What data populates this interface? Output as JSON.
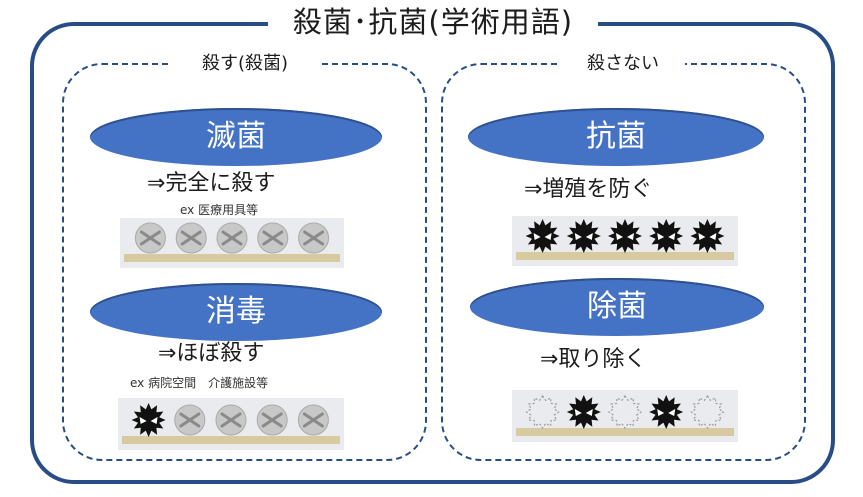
{
  "title": "殺菌･抗菌(学術用語)",
  "kill_panel": {
    "title": "殺す(殺菌)",
    "sterilization": {
      "label": "滅菌",
      "description": "⇒完全に殺す",
      "example": "ex 医療用具等",
      "microbes": [
        "dead",
        "dead",
        "dead",
        "dead",
        "dead"
      ]
    },
    "disinfection": {
      "label": "消毒",
      "description": "⇒ほぼ殺す",
      "example": "ex 病院空間　介護施設等",
      "microbes": [
        "alive",
        "dead",
        "dead",
        "dead",
        "dead"
      ]
    }
  },
  "nokill_panel": {
    "title": "殺さない",
    "antibacterial": {
      "label": "抗菌",
      "description": "⇒増殖を防ぐ",
      "microbes": [
        "alive",
        "alive",
        "alive",
        "alive",
        "alive"
      ]
    },
    "removal": {
      "label": "除菌",
      "description": "⇒取り除く",
      "microbes": [
        "removed",
        "alive",
        "removed",
        "alive",
        "removed"
      ]
    }
  },
  "colors": {
    "border": "#284d86",
    "pill": "#4472c4",
    "strip_bg": "#e9ebef",
    "ground": "#d8caa0",
    "dead_fill": "#c8c8c8",
    "dead_cross": "#8a8a8a",
    "alive_fill": "#111111"
  }
}
